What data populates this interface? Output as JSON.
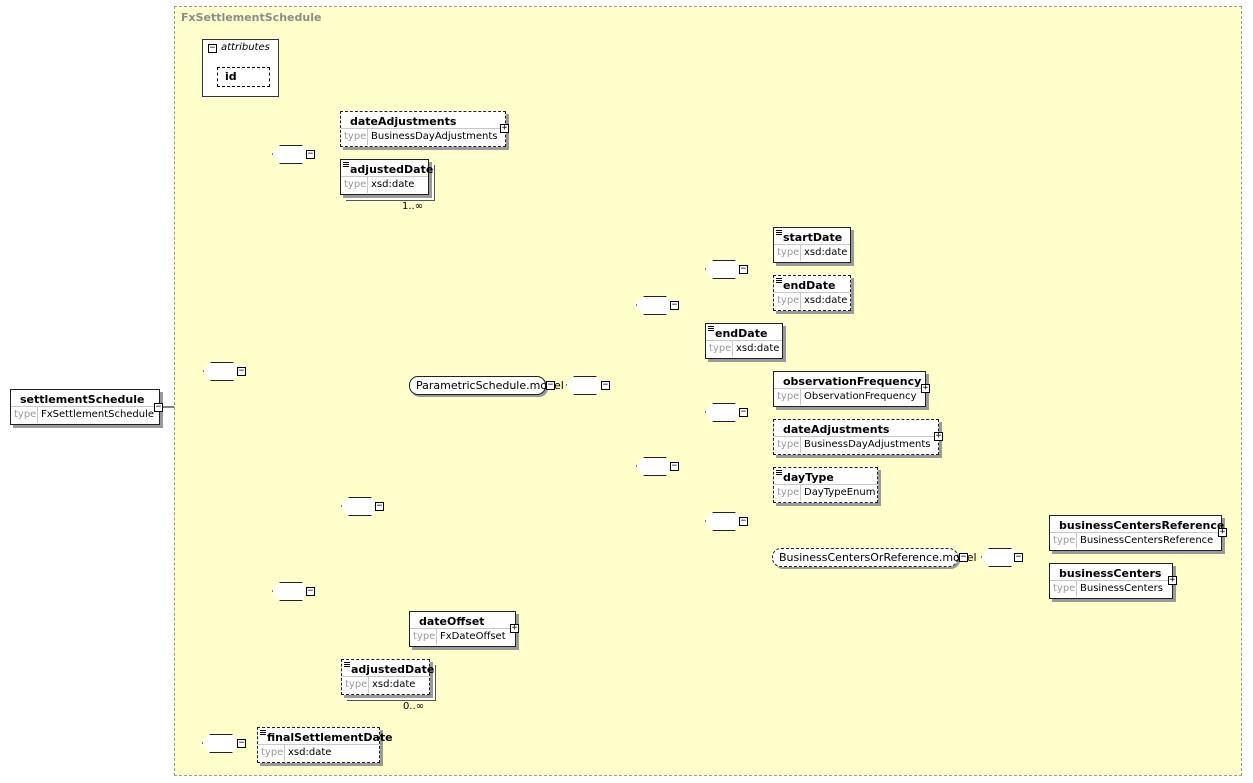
{
  "diagram": {
    "root": {
      "name": "settlementSchedule",
      "type_key": "type",
      "type": "FxSettlementSchedule"
    },
    "complex_type": "FxSettlementSchedule",
    "attributes": {
      "title": "attributes",
      "items": [
        "id"
      ]
    },
    "elements": {
      "date_adjustments_top": {
        "name": "dateAdjustments",
        "type": "BusinessDayAdjustments"
      },
      "adjusted_date_top": {
        "name": "adjustedDate",
        "type": "xsd:date",
        "card": "1..∞"
      },
      "parametric_group": {
        "name": "ParametricSchedule.model"
      },
      "start_date": {
        "name": "startDate",
        "type": "xsd:date"
      },
      "end_date_a": {
        "name": "endDate",
        "type": "xsd:date"
      },
      "end_date_b": {
        "name": "endDate",
        "type": "xsd:date"
      },
      "observation_frequency": {
        "name": "observationFrequency",
        "type": "ObservationFrequency"
      },
      "date_adjustments_mid": {
        "name": "dateAdjustments",
        "type": "BusinessDayAdjustments"
      },
      "day_type": {
        "name": "dayType",
        "type": "DayTypeEnum"
      },
      "bc_group": {
        "name": "BusinessCentersOrReference.model"
      },
      "business_centers_reference": {
        "name": "businessCentersReference",
        "type": "BusinessCentersReference"
      },
      "business_centers": {
        "name": "businessCenters",
        "type": "BusinessCenters"
      },
      "date_offset": {
        "name": "dateOffset",
        "type": "FxDateOffset"
      },
      "adjusted_date_bottom": {
        "name": "adjustedDate",
        "type": "xsd:date",
        "card": "0..∞"
      },
      "final_settlement_date": {
        "name": "finalSettlementDate",
        "type": "xsd:date"
      }
    },
    "colors": {
      "frame": "#ffffcc",
      "frame_border": "#999999",
      "title": "#8c8c8c",
      "line": "#000000"
    }
  }
}
